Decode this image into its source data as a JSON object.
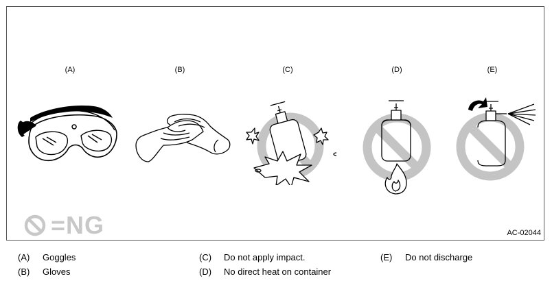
{
  "panels": [
    {
      "letter": "(A)",
      "icon": "goggles-icon"
    },
    {
      "letter": "(B)",
      "icon": "gloves-icon"
    },
    {
      "letter": "(C)",
      "icon": "cylinder-impact-prohibited-icon"
    },
    {
      "letter": "(D)",
      "icon": "cylinder-heat-prohibited-icon"
    },
    {
      "letter": "(E)",
      "icon": "cylinder-discharge-prohibited-icon"
    }
  ],
  "ng_key": {
    "label": "=NG",
    "icon": "prohibition-icon",
    "color": "#c8c8c8"
  },
  "figure_code": "AC-02044",
  "legend": [
    {
      "key": "(A)",
      "text": "Goggles"
    },
    {
      "key": "(B)",
      "text": "Gloves"
    },
    {
      "key": "(C)",
      "text": "Do not apply impact."
    },
    {
      "key": "(D)",
      "text": "No direct heat on container"
    },
    {
      "key": "(E)",
      "text": "Do not discharge"
    }
  ],
  "colors": {
    "prohibition": "#c4c4c4",
    "line": "#000000"
  }
}
